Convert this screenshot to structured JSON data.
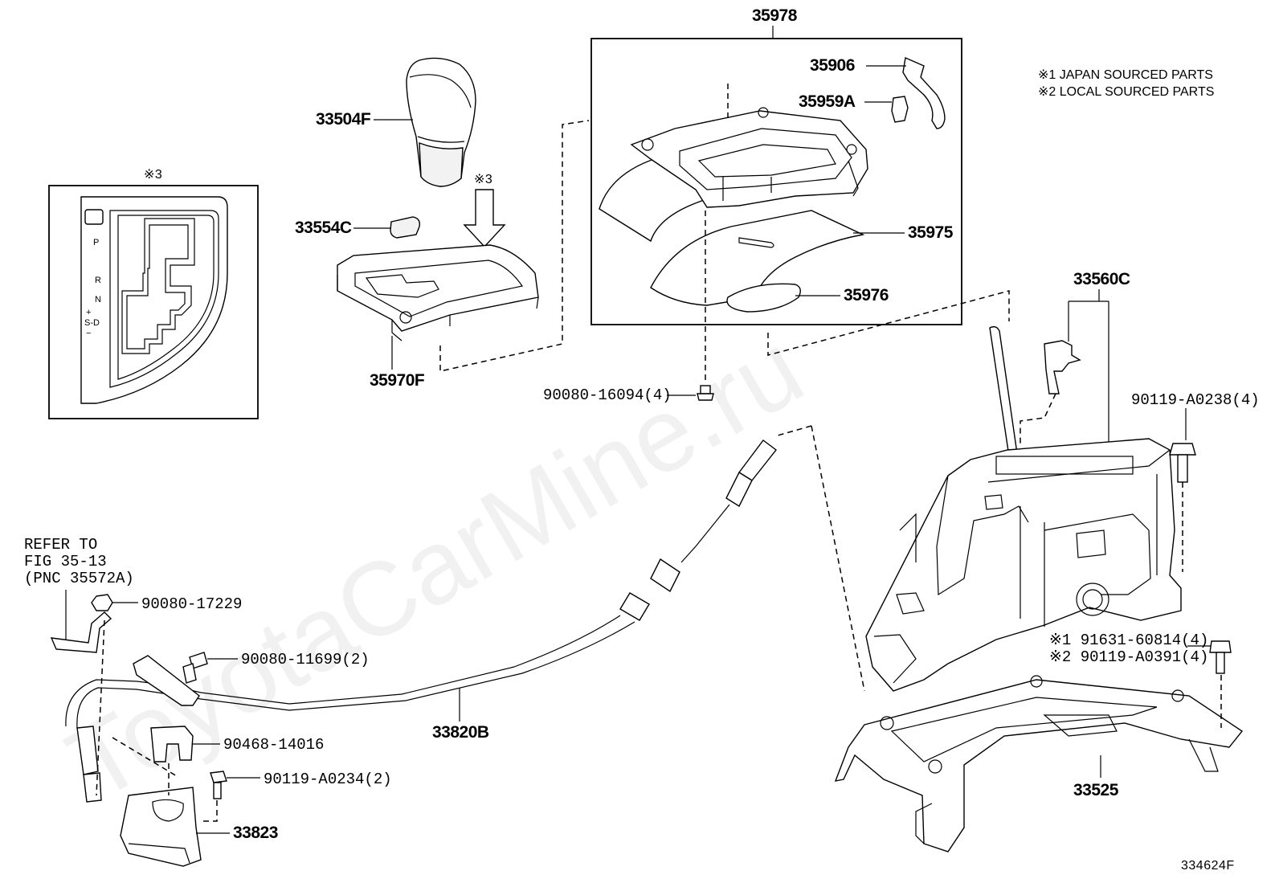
{
  "watermark": "ToyotaCarMine.ru",
  "notes": {
    "japan": "※1 JAPAN SOURCED PARTS",
    "local": "※2 LOCAL SOURCED PARTS"
  },
  "figure_code": "334624F",
  "marker_3": "※3",
  "gear_letters": [
    "P",
    "R",
    "N",
    "+",
    "S-D",
    "−"
  ],
  "refer_note": [
    "REFER TO",
    "FIG 35-13",
    "(PNC 35572A)"
  ],
  "parts": {
    "p35978": "35978",
    "p35906": "35906",
    "p35959A": "35959A",
    "p35975": "35975",
    "p35976": "35976",
    "p33504F": "33504F",
    "p33554C": "33554C",
    "p35970F": "35970F",
    "p33560C": "33560C",
    "p90080_16094": "90080-16094(4)",
    "p90119_A0238": "90119-A0238(4)",
    "p91631_60814": "※1 91631-60814(4)",
    "p90119_A0391": "※2 90119-A0391(4)",
    "p33525": "33525",
    "p90080_17229": "90080-17229",
    "p90080_11699": "90080-11699(2)",
    "p33820B": "33820B",
    "p90468_14016": "90468-14016",
    "p90119_A0234": "90119-A0234(2)",
    "p33823": "33823"
  }
}
